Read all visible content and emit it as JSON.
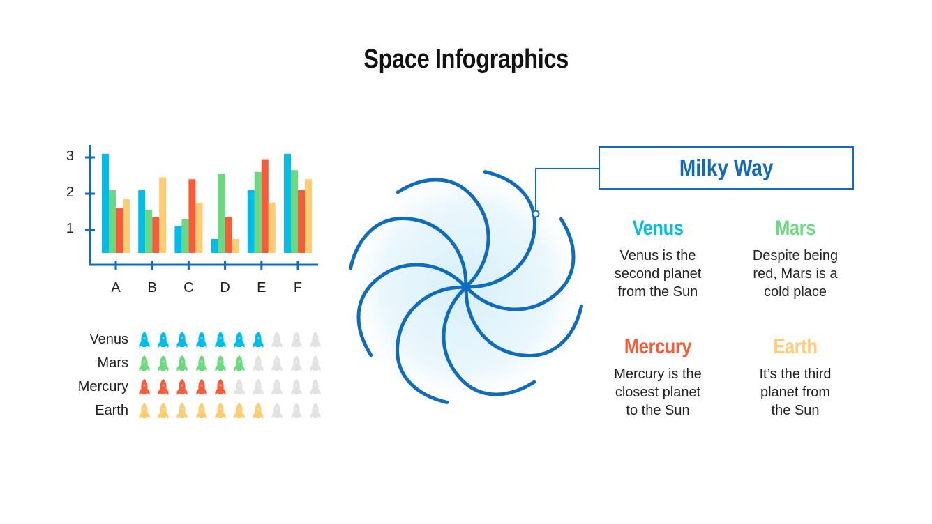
{
  "title": "Space Infographics",
  "colors": {
    "venus": "#00bdea",
    "mars": "#6ad97f",
    "mercury": "#f75c3a",
    "earth": "#ffcc74",
    "inactive": "#e2e2e2",
    "accent": "#0f6cbd"
  },
  "chart_data": {
    "type": "bar",
    "title": "",
    "xlabel": "",
    "ylabel": "",
    "categories": [
      "A",
      "B",
      "C",
      "D",
      "E",
      "F"
    ],
    "yticks": [
      1,
      2,
      3
    ],
    "ylim": [
      0.35,
      3.3
    ],
    "grid": false,
    "series": [
      {
        "name": "Venus",
        "color": "#00bdea",
        "values": [
          3.1,
          2.1,
          1.1,
          0.75,
          2.1,
          3.1
        ]
      },
      {
        "name": "Mars",
        "color": "#6ad97f",
        "values": [
          2.1,
          1.55,
          1.3,
          2.55,
          2.6,
          2.65
        ]
      },
      {
        "name": "Mercury",
        "color": "#f75c3a",
        "values": [
          1.6,
          1.35,
          2.4,
          1.35,
          2.95,
          2.1
        ]
      },
      {
        "name": "Earth",
        "color": "#ffcc74",
        "values": [
          1.85,
          2.45,
          1.75,
          0.75,
          1.75,
          2.4
        ]
      }
    ]
  },
  "pictogram": {
    "total": 10,
    "rows": [
      {
        "label": "Venus",
        "count": 7,
        "color": "#00bdea"
      },
      {
        "label": "Mars",
        "count": 6,
        "color": "#6ad97f"
      },
      {
        "label": "Mercury",
        "count": 5,
        "color": "#f75c3a"
      },
      {
        "label": "Earth",
        "count": 7,
        "color": "#ffcc74"
      }
    ]
  },
  "galaxy": {
    "icon": "spiral-galaxy-icon",
    "label": "Milky Way"
  },
  "planets": [
    {
      "name": "Venus",
      "color": "#00bdea",
      "text": [
        "Venus is the",
        "second planet",
        "from the Sun"
      ]
    },
    {
      "name": "Mars",
      "color": "#6ad97f",
      "text": [
        "Despite being",
        "red, Mars is a",
        "cold place"
      ]
    },
    {
      "name": "Mercury",
      "color": "#f75c3a",
      "text": [
        "Mercury is the",
        "closest planet",
        "to the Sun"
      ]
    },
    {
      "name": "Earth",
      "color": "#ffcc74",
      "text": [
        "It’s the third",
        "planet from",
        "the Sun"
      ]
    }
  ]
}
